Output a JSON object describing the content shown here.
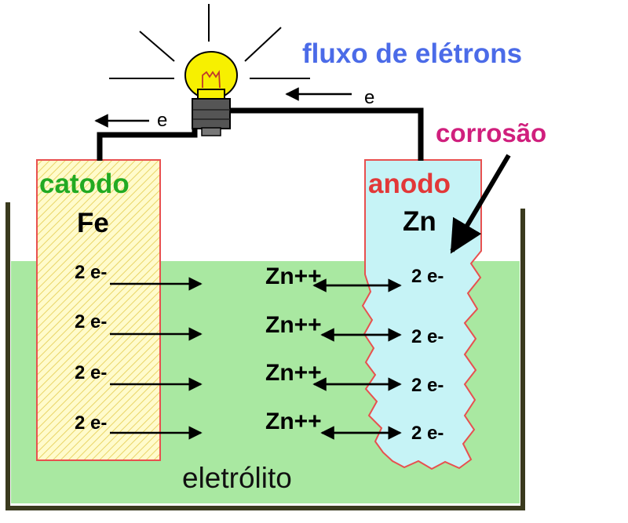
{
  "labels": {
    "flow": "fluxo de elétrons",
    "corrosion": "corrosão",
    "cathode": "catodo",
    "anode": "anodo",
    "cathode_metal": "Fe",
    "anode_metal": "Zn",
    "electrolyte": "eletrólito",
    "wire_electron": "e"
  },
  "cathode_electrons": [
    "2 e-",
    "2 e-",
    "2 e-",
    "2 e-"
  ],
  "ions": [
    "Zn++",
    "Zn++",
    "Zn++",
    "Zn++"
  ],
  "anode_electrons": [
    "2 e-",
    "2 e-",
    "2 e-",
    "2 e-"
  ],
  "colors": {
    "electrolyte": "#a9e8a1",
    "anode_fill": "#c6f3f6",
    "cathode_fill": "#fffbcc",
    "cathode_hatch": "#e9d566",
    "electrode_border": "#e8504f",
    "flow_text": "#4b6be8",
    "corrosion_text": "#d01f7d",
    "cathode_text": "#22aa22",
    "anode_text": "#e23838",
    "bulb": "#f7f000"
  }
}
